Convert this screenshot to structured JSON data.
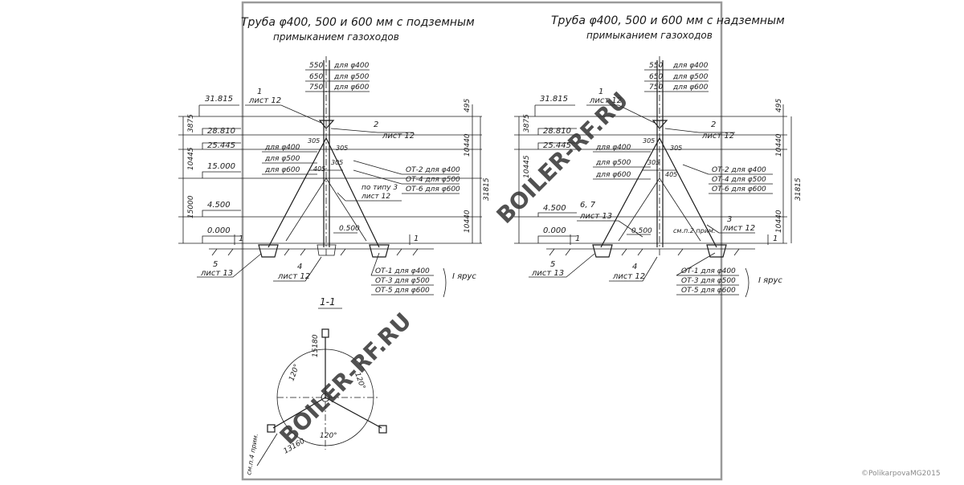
{
  "drawing": {
    "left": {
      "title_line1": "Труба φ400, 500 и 600 мм с подземным",
      "title_line2": "примыканием газоходов",
      "heights": [
        "550",
        "650",
        "750"
      ],
      "height_labels": [
        "для φ400",
        "для φ500",
        "для φ600"
      ],
      "elevations": [
        "31.815",
        "28.810",
        "25.445",
        "15.000",
        "4.500",
        "0.000"
      ],
      "vertical_dims": [
        "3875",
        "10445",
        "15000",
        "495",
        "10440",
        "10440",
        "31815"
      ],
      "callout_1": "1",
      "callout_1_sheet": "лист 12",
      "callout_2": "2",
      "callout_2_sheet": "лист 12",
      "callout_3": "по типу 3",
      "callout_3_sheet": "лист 12",
      "callout_4": "4",
      "callout_4_sheet": "лист 12",
      "callout_5": "5",
      "callout_5_sheet": "лист 13",
      "dia_labels": [
        "для φ400",
        "для φ500",
        "для φ600"
      ],
      "dim_305a": "305",
      "dim_305b": "305",
      "dim_305c": "305",
      "dim_405": "405",
      "ot_upper": [
        "ОТ-2 для φ400",
        "ОТ-4 для φ500",
        "ОТ-6 для φ600"
      ],
      "ot_lower": [
        "ОТ-1 для φ400",
        "ОТ-3 для φ500",
        "ОТ-5 для φ600"
      ],
      "tier": "I ярус",
      "dim_0500": "0.500",
      "section_mark": "1",
      "section_title": "1-1",
      "plan_dims": [
        "15180",
        "120°",
        "120°",
        "120°",
        "13160"
      ],
      "plan_note": "см.п.4 прим."
    },
    "right": {
      "title_line1": "Труба φ400, 500 и 600 мм с надземным",
      "title_line2": "примыканием газоходов",
      "heights": [
        "550",
        "650",
        "750"
      ],
      "height_labels": [
        "для φ400",
        "для φ500",
        "для φ600"
      ],
      "elevations": [
        "31.815",
        "28.810",
        "25.445",
        "4.500",
        "0.000"
      ],
      "vertical_dims": [
        "3875",
        "10445",
        "495",
        "10440",
        "10440",
        "31815"
      ],
      "callout_1": "1",
      "callout_1_sheet": "лист 12",
      "callout_2": "2",
      "callout_2_sheet": "лист 12",
      "callout_3": "3",
      "callout_3_sheet": "лист 12",
      "callout_4": "4",
      "callout_4_sheet": "лист 12",
      "callout_5": "5",
      "callout_5_sheet": "лист 13",
      "callout_67": "6, 7",
      "callout_67_sheet": "лист 13",
      "dia_labels": [
        "для φ400",
        "для φ500",
        "для φ600"
      ],
      "dim_305a": "305",
      "dim_305b": "305",
      "dim_305c": "305",
      "dim_405": "405",
      "ot_upper": [
        "ОТ-2 для φ400",
        "ОТ-4 для φ500",
        "ОТ-6 для φ600"
      ],
      "ot_lower": [
        "ОТ-1 для φ400",
        "ОТ-3 для φ500",
        "ОТ-5 для φ600"
      ],
      "tier": "I ярус",
      "dim_0500": "0.500",
      "note": "см.п.2 прим.",
      "section_mark": "1"
    }
  },
  "watermark": {
    "text": "BOILER-RF.RU"
  },
  "copyright": "©PolikarpovaMG2015"
}
